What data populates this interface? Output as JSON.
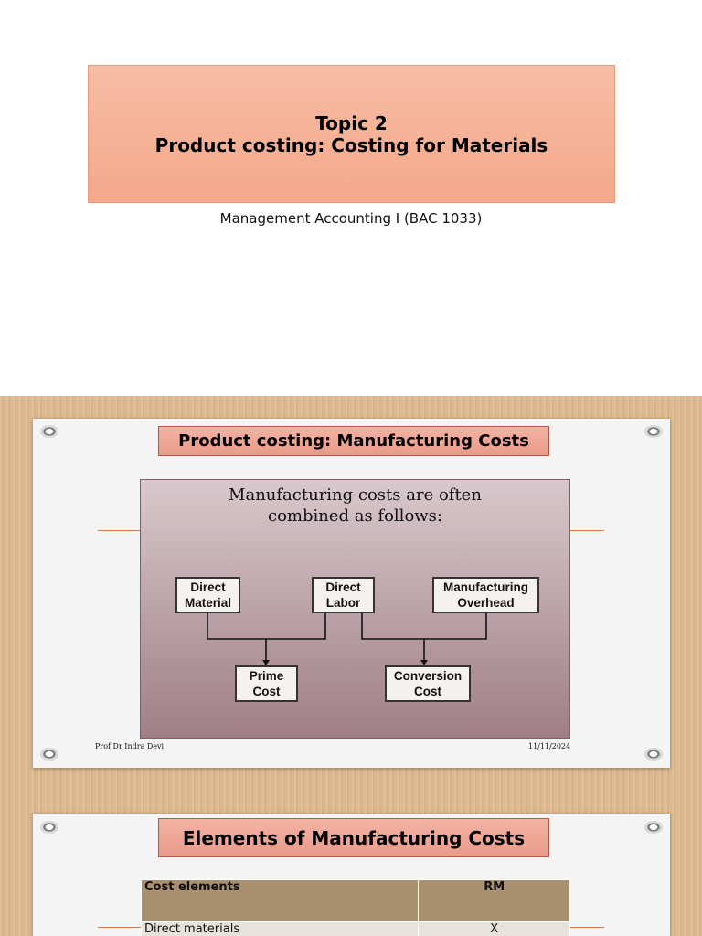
{
  "slide1": {
    "title_line1": "Topic 2",
    "title_line2": "Product costing: Costing for Materials",
    "subtitle": "Management Accounting I (BAC 1033)"
  },
  "slide2": {
    "heading": "Product costing: Manufacturing Costs",
    "diagram": {
      "title_line1": "Manufacturing costs are often",
      "title_line2": "combined as follows:",
      "direct_material": [
        "Direct",
        "Material"
      ],
      "direct_labor": [
        "Direct",
        "Labor"
      ],
      "manufacturing_overhead": [
        "Manufacturing",
        "Overhead"
      ],
      "prime_cost": [
        "Prime",
        "Cost"
      ],
      "conversion_cost": [
        "Conversion",
        "Cost"
      ]
    },
    "footer_left": "Prof Dr Indra Devi",
    "footer_right": "11/11/2024"
  },
  "slide3": {
    "heading": "Elements of Manufacturing Costs",
    "table": {
      "headers": [
        "Cost elements",
        "RM"
      ],
      "rows": [
        [
          "Direct materials",
          "X"
        ]
      ]
    }
  },
  "colors": {
    "title_box": "#f5b49a",
    "heading_box": "#eda596",
    "cardboard": "#dcb98e",
    "table_header": "#a89070"
  }
}
